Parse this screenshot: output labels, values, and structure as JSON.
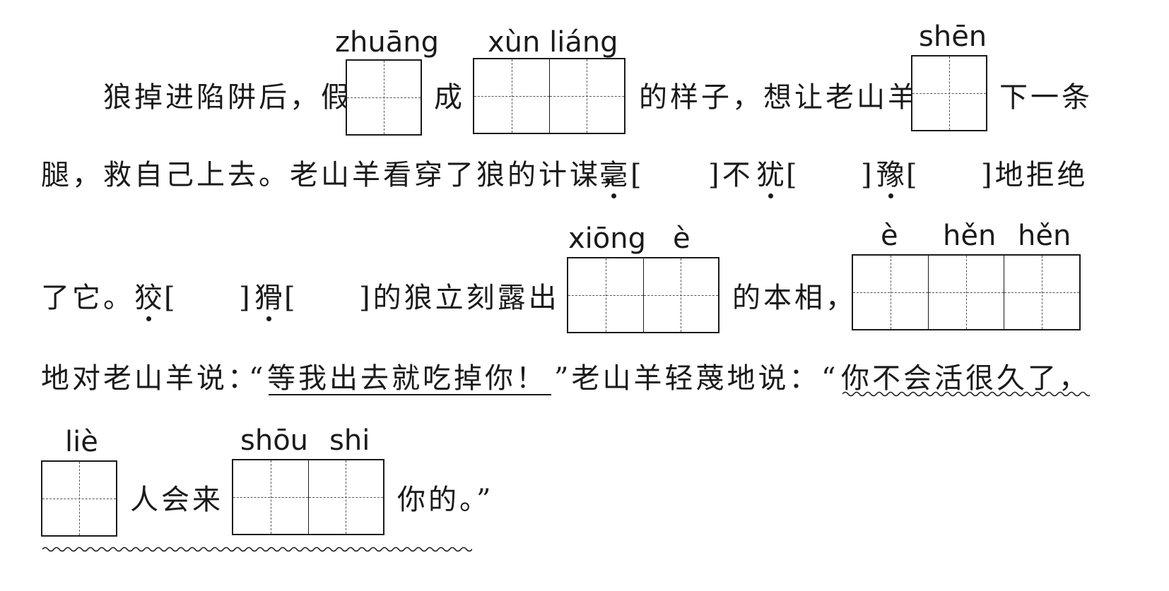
{
  "worksheet": {
    "lines": [
      {
        "pinyin": [
          "zhuāng",
          "xùn liáng",
          "shēn"
        ],
        "segments": [
          "狼掉进陷阱后，假",
          "成",
          "的样子，想让老山羊",
          "下一条"
        ]
      },
      {
        "segments": [
          "腿，救自己上去。老山羊看穿了狼的计谋，",
          "毫",
          "[",
          "]不",
          "犹",
          "[",
          "]",
          "豫",
          "[",
          "]地拒绝"
        ]
      },
      {
        "pinyin": [
          "xiōng",
          "è",
          "è",
          "hěn",
          "hěn"
        ],
        "segments": [
          "了它。",
          "狡",
          "[",
          "]",
          "猾",
          "[",
          "]的狼立刻露出",
          "的本相，"
        ]
      },
      {
        "segments": [
          "地对老山羊说：",
          "“",
          "等我出去就吃掉你！",
          "”老山羊轻蔑地说：",
          "“",
          "你不会活很久了，"
        ]
      },
      {
        "pinyin": [
          "liè",
          "shōu",
          "shi"
        ],
        "segments": [
          "人会来",
          "你的。”"
        ]
      }
    ]
  }
}
